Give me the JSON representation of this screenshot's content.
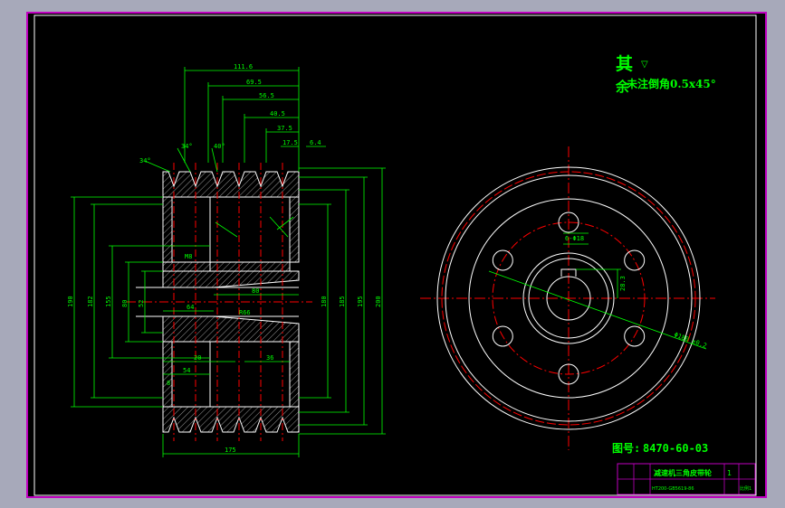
{
  "colors": {
    "canvas": "#000000",
    "border": "#c000c0",
    "sheet_frame": "#ffffff",
    "dimension": "#00ff00",
    "centerline": "#ff0000",
    "outline": "#ffffff",
    "hatch": "#ffffff",
    "title_text": "#00ff00"
  },
  "notes": {
    "roughness_char": "其",
    "roughness_sub": "余",
    "roughness_sym": "▽",
    "chamfer_text": "未注倒角0.5x45°"
  },
  "drawing_number": {
    "label": "图号",
    "value": "8470-60-03"
  },
  "title_block": {
    "name": "减速机三角皮带轮",
    "sheet": "1",
    "sub_code": "HT200-GB5619-86",
    "scale_label": "比例1"
  },
  "section_dims": {
    "top": [
      "111.6",
      "69.5",
      "56.5",
      "40.5",
      "37.5",
      "17.5",
      "6.4"
    ],
    "angles": [
      "34°",
      "34°",
      "40°"
    ],
    "left": [
      "190",
      "182",
      "155",
      "80",
      "52"
    ],
    "right": [
      "180",
      "185",
      "195",
      "200"
    ],
    "inner": [
      "80",
      "R66",
      "64",
      "54",
      "20",
      "8",
      "36",
      "M8"
    ],
    "bottom": [
      "175"
    ]
  },
  "front_dims": {
    "keyway": "28.3",
    "hole_circle": "6-Φ18",
    "diameter_callout": "Φ180 ±0.2"
  }
}
